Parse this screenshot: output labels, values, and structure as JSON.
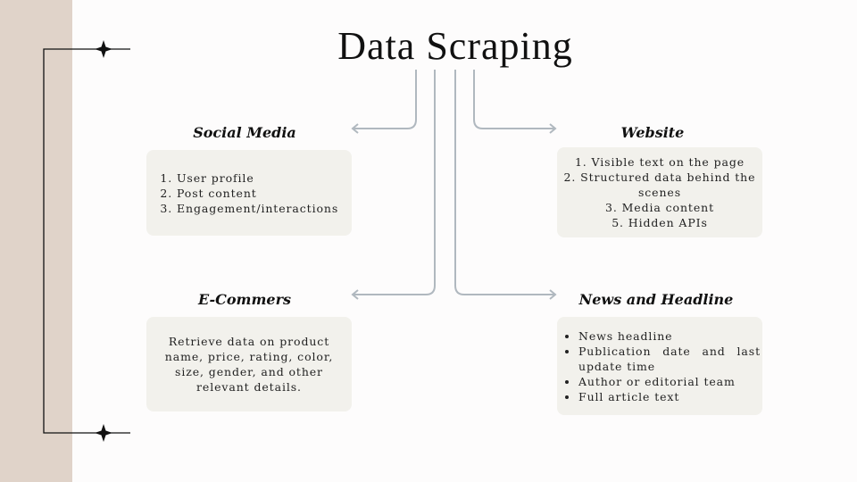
{
  "title": "Data Scraping",
  "sections": {
    "social": {
      "heading": "Social Media",
      "items": [
        "User profile",
        "Post content",
        "Engagement/interactions"
      ]
    },
    "website": {
      "heading": "Website",
      "items": [
        "1. Visible text on the page",
        "2. Structured data behind the scenes",
        "3. Media content",
        "5. Hidden APIs"
      ]
    },
    "ecommerce": {
      "heading": "E-Commers",
      "text": "Retrieve data on product name, price, rating, color, size, gender, and other relevant details."
    },
    "news": {
      "heading": "News and Headline",
      "items": [
        "News headline",
        "Publication date and last update time",
        "Author or editorial team",
        "Full article text"
      ]
    }
  },
  "colors": {
    "stripe": "#e0d3c9",
    "connector": "#b0b8bf",
    "box": "#f2f1ec"
  }
}
